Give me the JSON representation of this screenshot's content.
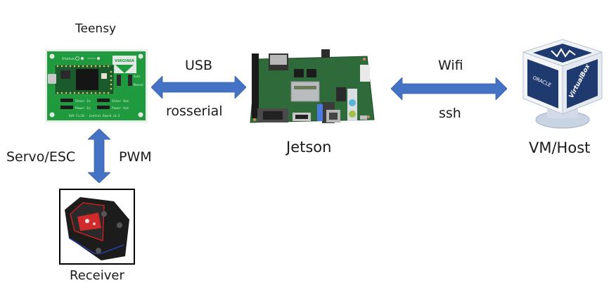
{
  "diagram": {
    "nodes": {
      "teensy": {
        "label": "Teensy",
        "board_text": {
          "status": "Status",
          "brand": "VIRGINIA",
          "auto": "Auto",
          "manual": "Manual",
          "steer_in": "Steer In",
          "power_in": "Power In",
          "steer_out": "Steer Out",
          "power_out": "Power Out",
          "footer": "UVA F1/10 - Control Board v3.2"
        }
      },
      "jetson": {
        "label": "Jetson"
      },
      "vm_host": {
        "label": "VM/Host",
        "cube_text": {
          "left": "ORACLE",
          "right": "VirtualBox"
        }
      },
      "receiver": {
        "label": "Receiver"
      }
    },
    "links": [
      {
        "from": "teensy",
        "to": "jetson",
        "top_label": "USB",
        "bottom_label": "rosserial"
      },
      {
        "from": "jetson",
        "to": "vm_host",
        "top_label": "Wifi",
        "bottom_label": "ssh"
      },
      {
        "from": "teensy",
        "to": "receiver",
        "left_label": "Servo/ESC",
        "right_label": "PWM"
      }
    ],
    "arrow_color": "#4472C4"
  }
}
